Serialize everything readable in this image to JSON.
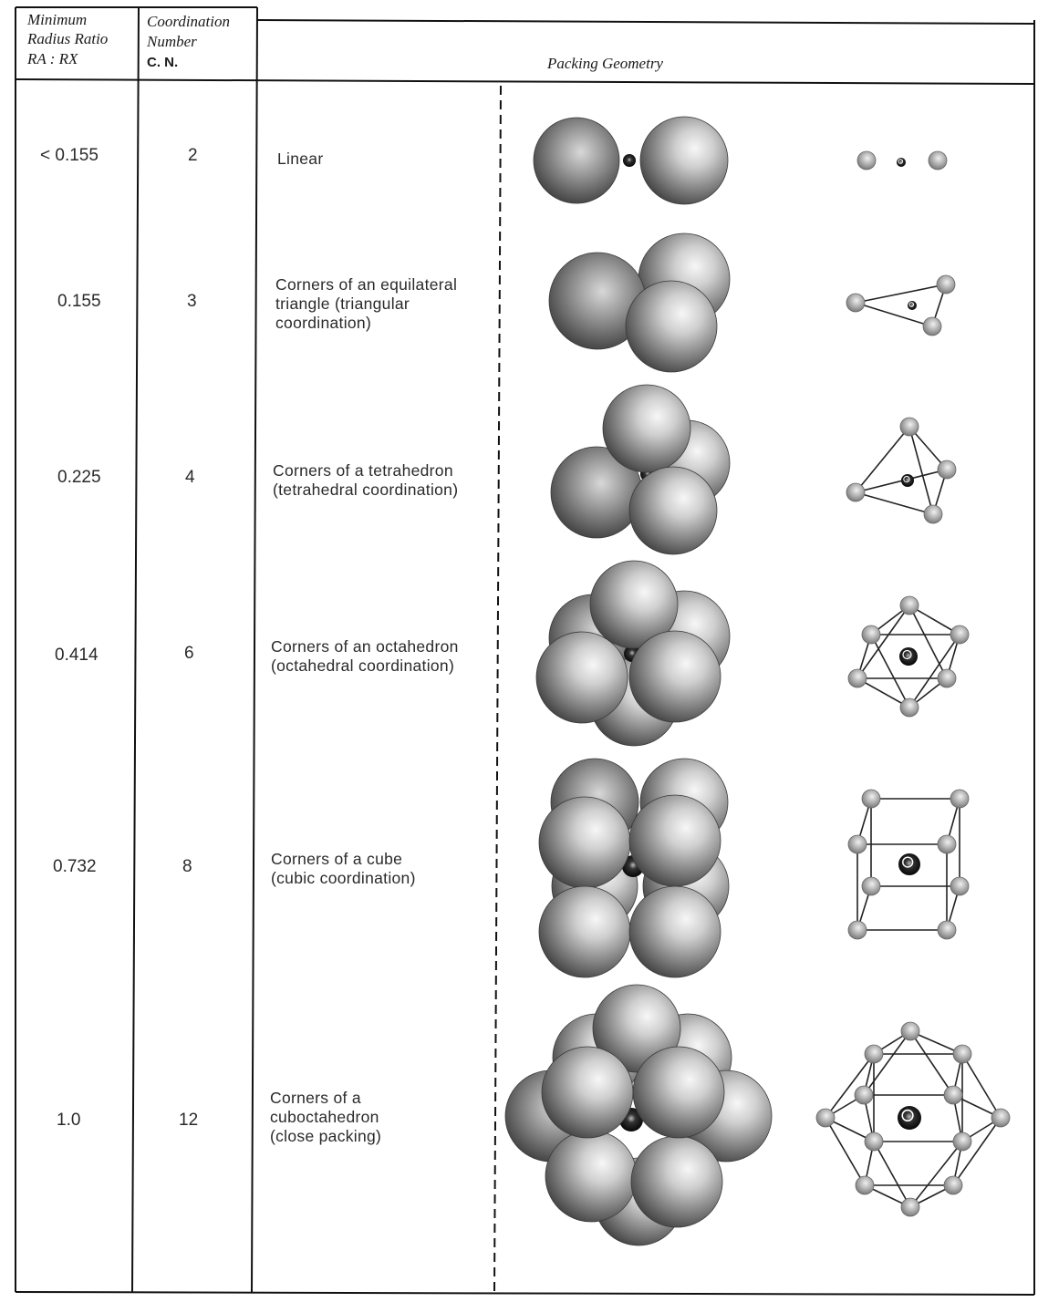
{
  "header": {
    "col1_line1": "Minimum",
    "col1_line2": "Radius Ratio",
    "col1_line3": "RA : RX",
    "col2_line1": "Coordination",
    "col2_line2": "Number",
    "col2_line3": "C. N.",
    "col3": "Packing Geometry"
  },
  "rows": [
    {
      "ratio": "< 0.155",
      "cn": "2",
      "description": "Linear"
    },
    {
      "ratio": "0.155",
      "cn": "3",
      "description": "Corners of an equilateral\ntriangle (triangular\ncoordination)"
    },
    {
      "ratio": "0.225",
      "cn": "4",
      "description": "Corners of a tetrahedron\n(tetrahedral coordination)"
    },
    {
      "ratio": "0.414",
      "cn": "6",
      "description": "Corners of an octahedron\n(octahedral coordination)"
    },
    {
      "ratio": "0.732",
      "cn": "8",
      "description": "Corners of a cube\n(cubic coordination)"
    },
    {
      "ratio": "1.0",
      "cn": "12",
      "description": "Corners of a\ncuboctahedron\n(close packing)"
    }
  ]
}
